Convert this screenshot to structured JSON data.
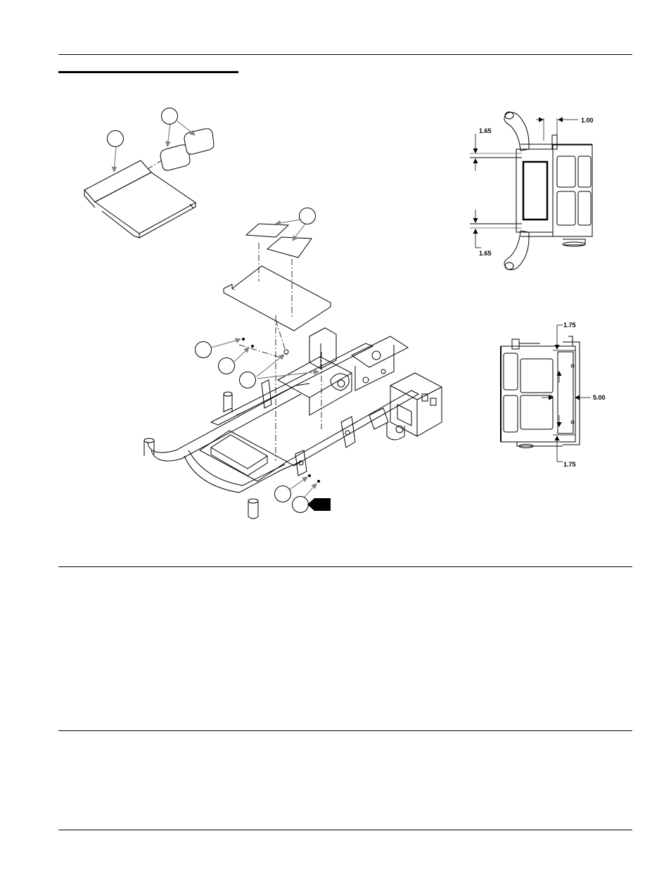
{
  "colors": {
    "line": "#000000",
    "callout_fill": "#ffffff",
    "leader": "#808080",
    "arrow_fill": "#000000"
  },
  "dimensions": {
    "top_view": {
      "gap_top": "1.65",
      "gap_bottom": "1.65",
      "offset": "1.00"
    },
    "side_view": {
      "top": "1.75",
      "bottom": "1.75",
      "width": "5.00"
    }
  },
  "callouts": [
    {
      "id": "callout-seat-pan",
      "label": ""
    },
    {
      "id": "callout-top-pads",
      "label": ""
    },
    {
      "id": "callout-lower-pads",
      "label": ""
    },
    {
      "id": "callout-screw-a",
      "label": ""
    },
    {
      "id": "callout-screw-b",
      "label": ""
    },
    {
      "id": "callout-bracket",
      "label": ""
    },
    {
      "id": "callout-nut-a",
      "label": ""
    },
    {
      "id": "callout-nut-b",
      "label": ""
    }
  ],
  "front_arrow": {
    "label": "",
    "icon": "front-direction-arrow-icon"
  }
}
